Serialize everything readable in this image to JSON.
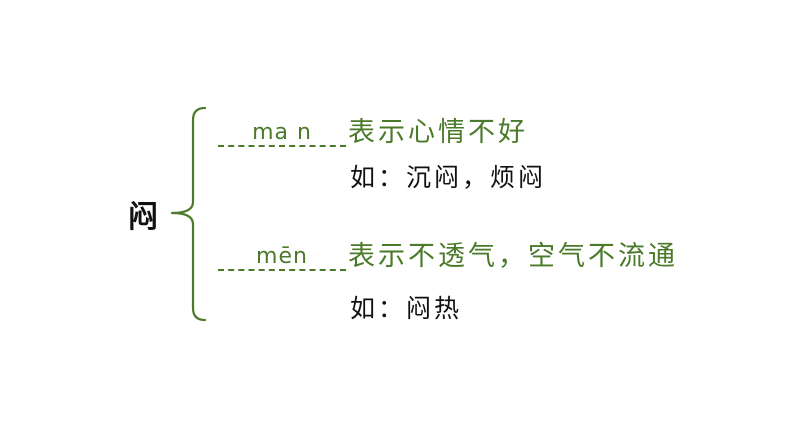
{
  "head_character": "闷",
  "colors": {
    "accent_green": "#4a7a2a",
    "text_black": "#111111",
    "background": "#ffffff"
  },
  "entries": [
    {
      "pinyin": "ma n",
      "meaning": "表示心情不好",
      "example": "如：沉闷，烦闷"
    },
    {
      "pinyin": "mēn",
      "meaning": "表示不透气，空气不流通",
      "example": "如：闷热"
    }
  ]
}
